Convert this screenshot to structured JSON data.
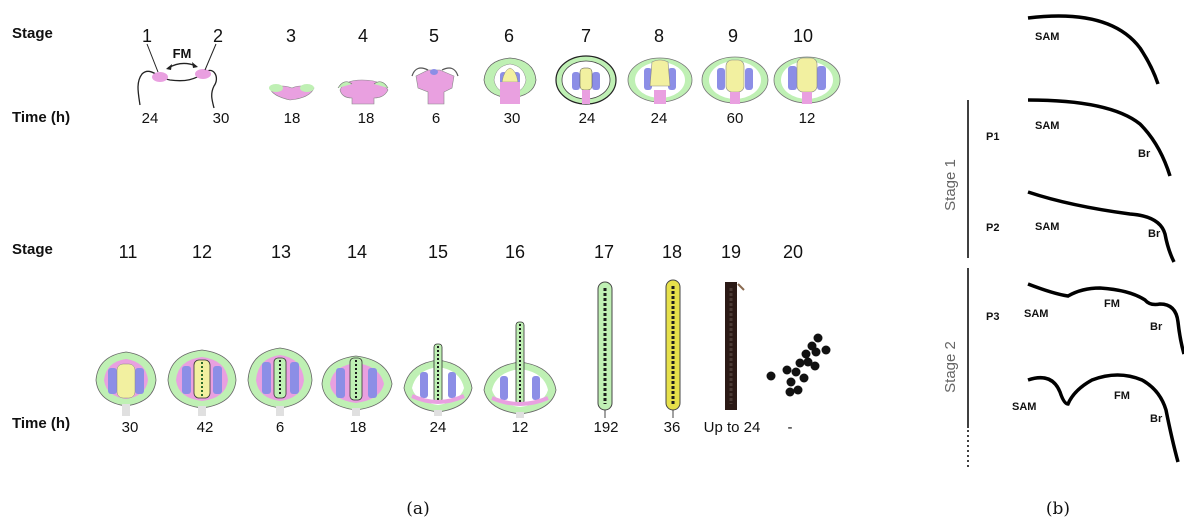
{
  "panel_a": {
    "row1": {
      "stage_label": "Stage",
      "time_label": "Time (h)",
      "fm_label": "FM",
      "stages": [
        "1",
        "2",
        "3",
        "4",
        "5",
        "6",
        "7",
        "8",
        "9",
        "10"
      ],
      "times": [
        "24",
        "30",
        "18",
        "18",
        "6",
        "30",
        "24",
        "24",
        "60",
        "12"
      ]
    },
    "row2": {
      "stage_label": "Stage",
      "time_label": "Time (h)",
      "stages": [
        "11",
        "12",
        "13",
        "14",
        "15",
        "16",
        "17",
        "18",
        "19",
        "20"
      ],
      "times": [
        "30",
        "42",
        "6",
        "18",
        "24",
        "12",
        "192",
        "36",
        "Up to 24",
        "-"
      ]
    },
    "caption": "(a)"
  },
  "panel_b": {
    "stage1_label": "Stage 1",
    "stage2_label": "Stage 2",
    "p1": "P1",
    "p2": "P2",
    "p3": "P3",
    "sam": "SAM",
    "br": "Br",
    "fm": "FM",
    "caption": "(b)"
  },
  "colors": {
    "pink": "#e9a0e0",
    "green": "#bff0b4",
    "blue": "#8c8ee6",
    "yellow": "#f2f0a0",
    "seed": "#2b1a16"
  }
}
